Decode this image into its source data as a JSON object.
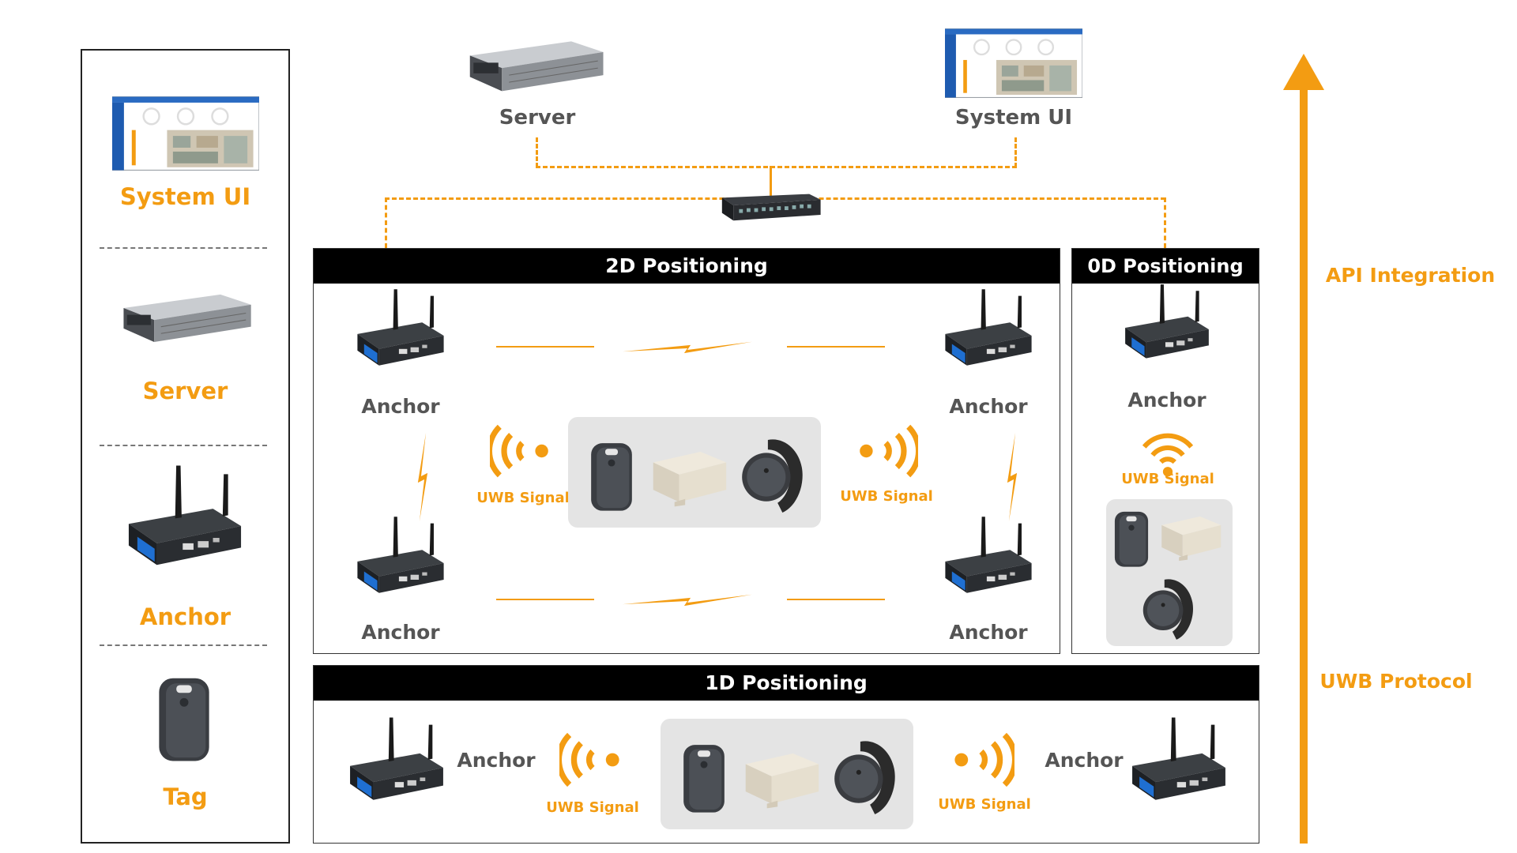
{
  "legend": {
    "items": [
      {
        "label": "System UI",
        "icon": "system-ui-screen-icon"
      },
      {
        "label": "Server",
        "icon": "rack-server-icon"
      },
      {
        "label": "Anchor",
        "icon": "anchor-router-icon"
      },
      {
        "label": "Tag",
        "icon": "tag-badge-icon"
      }
    ]
  },
  "top": {
    "server_label": "Server",
    "system_ui_label": "System UI",
    "switch_icon": "network-switch-icon"
  },
  "panels": {
    "two_d": {
      "title": "2D Positioning",
      "anchor_label": "Anchor",
      "signal_label": "UWB Signal"
    },
    "zero_d": {
      "title": "0D Positioning",
      "anchor_label": "Anchor",
      "signal_label": "UWB Signal"
    },
    "one_d": {
      "title": "1D Positioning",
      "anchor_label": "Anchor",
      "signal_label": "UWB Signal"
    }
  },
  "side": {
    "api_label": "API Integration",
    "uwb_label": "UWB Protocol"
  },
  "colors": {
    "accent": "#f39c12",
    "text_gray": "#555555",
    "header_bg": "#000000",
    "tag_group_bg": "#e4e4e4",
    "anchor_blue": "#1f6fd1"
  }
}
